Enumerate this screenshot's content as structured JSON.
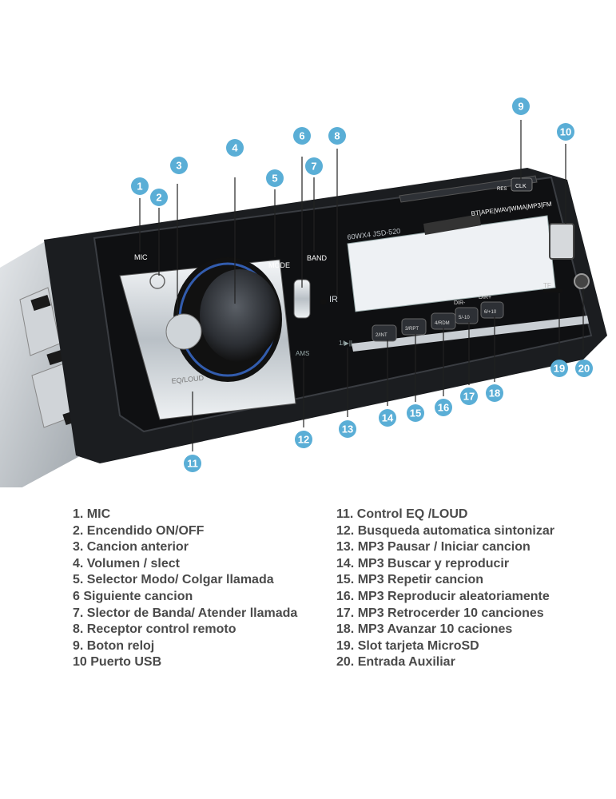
{
  "device": {
    "model": "60WX4  JSD-520",
    "formats": "BT|APE|WAV|WMA|MP3|FM",
    "labels": {
      "mic": "MIC",
      "mode": "MODE",
      "band": "BAND",
      "eq_loud": "EQ/LOUD",
      "ams": "AMS",
      "play_pause": "1/▶||",
      "tf": "TF",
      "ir": "IR",
      "res": "RES",
      "clk": "CLK",
      "dir_minus": "DIR-",
      "dir_plus": "DIR+",
      "btn_2": "2/INT",
      "btn_3": "3/RPT",
      "btn_4": "4/RDM",
      "btn_5": "5/-10",
      "btn_6": "6/+10"
    }
  },
  "callouts": [
    "1",
    "2",
    "3",
    "4",
    "5",
    "6",
    "7",
    "8",
    "9",
    "10",
    "11",
    "12",
    "13",
    "14",
    "15",
    "16",
    "17",
    "18",
    "19",
    "20"
  ],
  "legend": {
    "left": [
      "1. MIC",
      "2. Encendido ON/OFF",
      "3. Cancion anterior",
      "4. Volumen / slect",
      "5. Selector Modo/ Colgar llamada",
      "6 Siguiente cancion",
      "7. Slector de Banda/ Atender llamada",
      "8. Receptor control remoto",
      "9. Boton reloj",
      "10 Puerto USB"
    ],
    "right": [
      "11. Control EQ  /LOUD",
      "12. Busqueda automatica sintonizar",
      "13. MP3 Pausar / Iniciar cancion",
      "14. MP3 Buscar y reproducir",
      "15. MP3 Repetir cancion",
      "16. MP3 Reproducir aleatoriamente",
      "17. MP3 Retrocerder 10 canciones",
      "18. MP3 Avanzar 10 caciones",
      "19. Slot tarjeta MicroSD",
      "20. Entrada Auxiliar"
    ]
  },
  "colors": {
    "callout": "#5aaed6",
    "legend_text": "#4a4a4a",
    "faceplate": "#1b1d20",
    "screen": "#eef1f4"
  }
}
